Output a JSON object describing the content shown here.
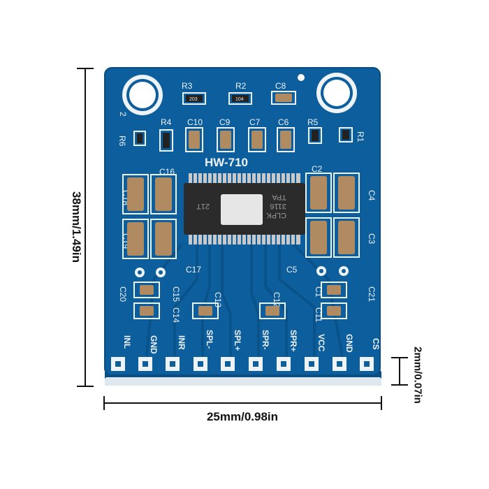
{
  "board": {
    "model": "HW-710",
    "chip_lines": [
      "TPA",
      "3116",
      "CLPK",
      "21T"
    ],
    "components": {
      "top_row": [
        "R3",
        "R2",
        "C8"
      ],
      "resistor_codes": [
        "203",
        "104"
      ],
      "second_row": [
        "R4",
        "C10",
        "C9",
        "C7",
        "C6",
        "R5"
      ],
      "side_left": [
        "R6"
      ],
      "side_right": [
        "R1"
      ],
      "left_caps": [
        "C16",
        "C18",
        "C19",
        "C17"
      ],
      "right_caps": [
        "C2",
        "C4",
        "C3",
        "C5"
      ],
      "lower_left": [
        "C20",
        "C15",
        "C14",
        "C13"
      ],
      "lower_right": [
        "C21",
        "C1",
        "C11",
        "C12"
      ],
      "corner_mark": "2"
    },
    "pins": [
      "INL",
      "GND",
      "INR",
      "SPL-",
      "SPL+",
      "SPR-",
      "SPR+",
      "VCC",
      "GND",
      "CS"
    ]
  },
  "dimensions": {
    "height": "38mm/1.49in",
    "width": "25mm/0.98in",
    "thickness": "2mm/0.07in"
  },
  "colors": {
    "pcb_blue": "#0d5e9c",
    "pcb_edge": "#0a4d82",
    "silkscreen": "#eef3f8",
    "copper_pad": "#c9c9c9",
    "capacitor_body": "#b08a60",
    "chip_body": "#2b2b2b"
  }
}
